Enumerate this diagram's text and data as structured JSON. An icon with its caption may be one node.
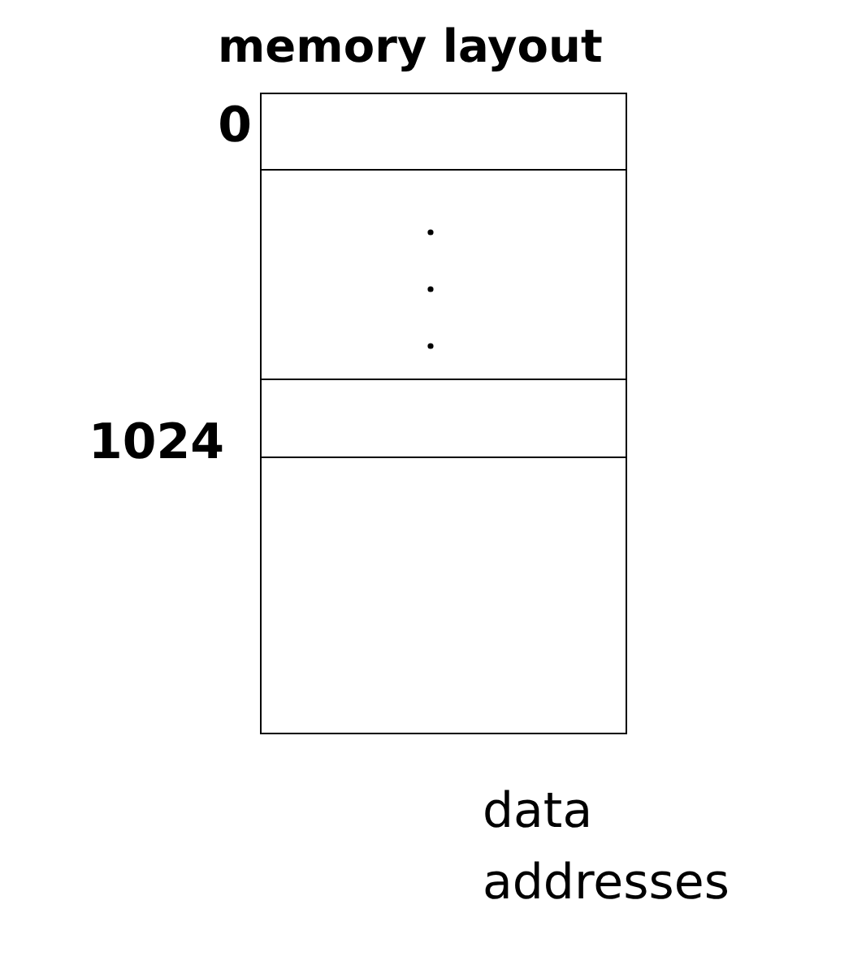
{
  "diagram": {
    "title": "memory layout",
    "nodes": [
      {
        "text": [],
        "shape": "box"
      },
      {
        "text": [],
        "shape": "box"
      },
      {
        "text": [],
        "shape": "box"
      },
      {
        "text": [],
        "shape": "box"
      }
    ],
    "labels": [
      "0",
      "1024",
      "data addresses"
    ]
  }
}
